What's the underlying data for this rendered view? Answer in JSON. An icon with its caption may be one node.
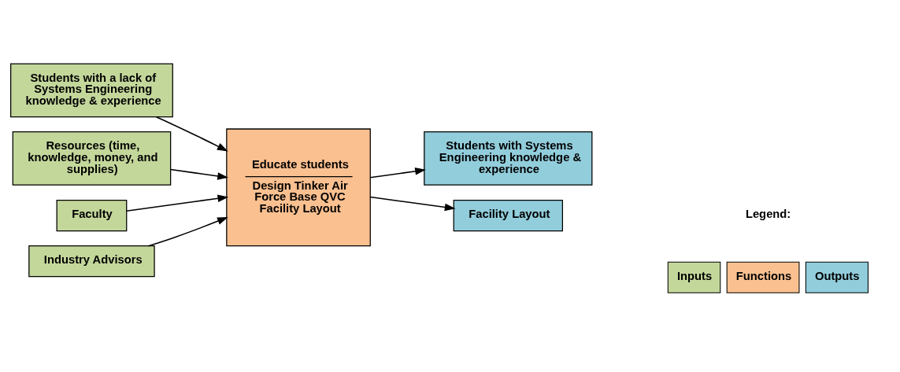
{
  "diagram": {
    "nodes": [
      {
        "text": [
          "Students with a lack of Systems Engineering knowledge & experience"
        ]
      },
      {
        "text": [
          "Resources (time, knowledge, money, and supplies)"
        ]
      },
      {
        "text": [
          "Faculty"
        ]
      },
      {
        "text": [
          "Industry Advisors"
        ]
      },
      {
        "text": [
          "Educate students",
          "Design Tinker Air Force Base QVC Facility Layout"
        ]
      },
      {
        "text": [
          "Students with Systems Engineering knowledge & experience"
        ]
      },
      {
        "text": [
          "Facility Layout"
        ]
      }
    ],
    "edges": [
      {
        "from": 0,
        "to": 4,
        "arrow": "to"
      },
      {
        "from": 1,
        "to": 4,
        "arrow": "to"
      },
      {
        "from": 2,
        "to": 4,
        "arrow": "to"
      },
      {
        "from": 3,
        "to": 4,
        "arrow": "to"
      },
      {
        "from": 4,
        "to": 5,
        "arrow": "to"
      },
      {
        "from": 4,
        "to": 6,
        "arrow": "to"
      }
    ],
    "labels": [
      "Legend:"
    ],
    "legend": [
      {
        "text": "Inputs",
        "color": "#c4d79b"
      },
      {
        "text": "Functions",
        "color": "#fac090"
      },
      {
        "text": "Outputs",
        "color": "#92cddc"
      }
    ]
  }
}
